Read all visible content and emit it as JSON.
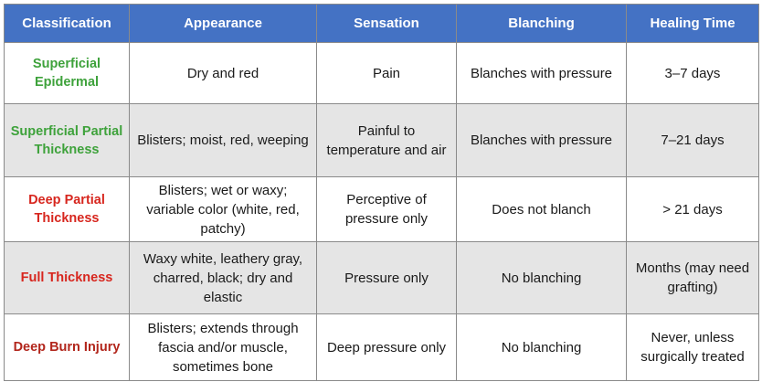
{
  "table": {
    "headers": [
      "Classification",
      "Appearance",
      "Sensation",
      "Blanching",
      "Healing Time"
    ],
    "rows": [
      {
        "classification": "Superficial Epidermal",
        "classification_color": "#3ea23b",
        "appearance": "Dry and red",
        "sensation": "Pain",
        "blanching": "Blanches with pressure",
        "healing_time": "3–7 days",
        "shade": "white"
      },
      {
        "classification": "Superficial Partial Thickness",
        "classification_color": "#3ea23b",
        "appearance": "Blisters; moist, red, weeping",
        "sensation": "Painful to temperature and air",
        "blanching": "Blanches with pressure",
        "healing_time": "7–21 days",
        "shade": "gray"
      },
      {
        "classification": "Deep Partial Thickness",
        "classification_color": "#d7261e",
        "appearance": "Blisters; wet or waxy; variable color (white, red, patchy)",
        "sensation": "Perceptive of pressure only",
        "blanching": "Does not blanch",
        "healing_time": "> 21 days",
        "shade": "white"
      },
      {
        "classification": "Full Thickness",
        "classification_color": "#d7261e",
        "appearance": "Waxy white, leathery gray, charred, black; dry and elastic",
        "sensation": "Pressure only",
        "blanching": "No blanching",
        "healing_time": "Months (may need grafting)",
        "shade": "gray"
      },
      {
        "classification": "Deep Burn Injury",
        "classification_color": "#b2261c",
        "appearance": "Blisters; extends through fascia and/or muscle, sometimes bone",
        "sensation": "Deep pressure only",
        "blanching": "No blanching",
        "healing_time": "Never, unless surgically treated",
        "shade": "white"
      }
    ]
  }
}
